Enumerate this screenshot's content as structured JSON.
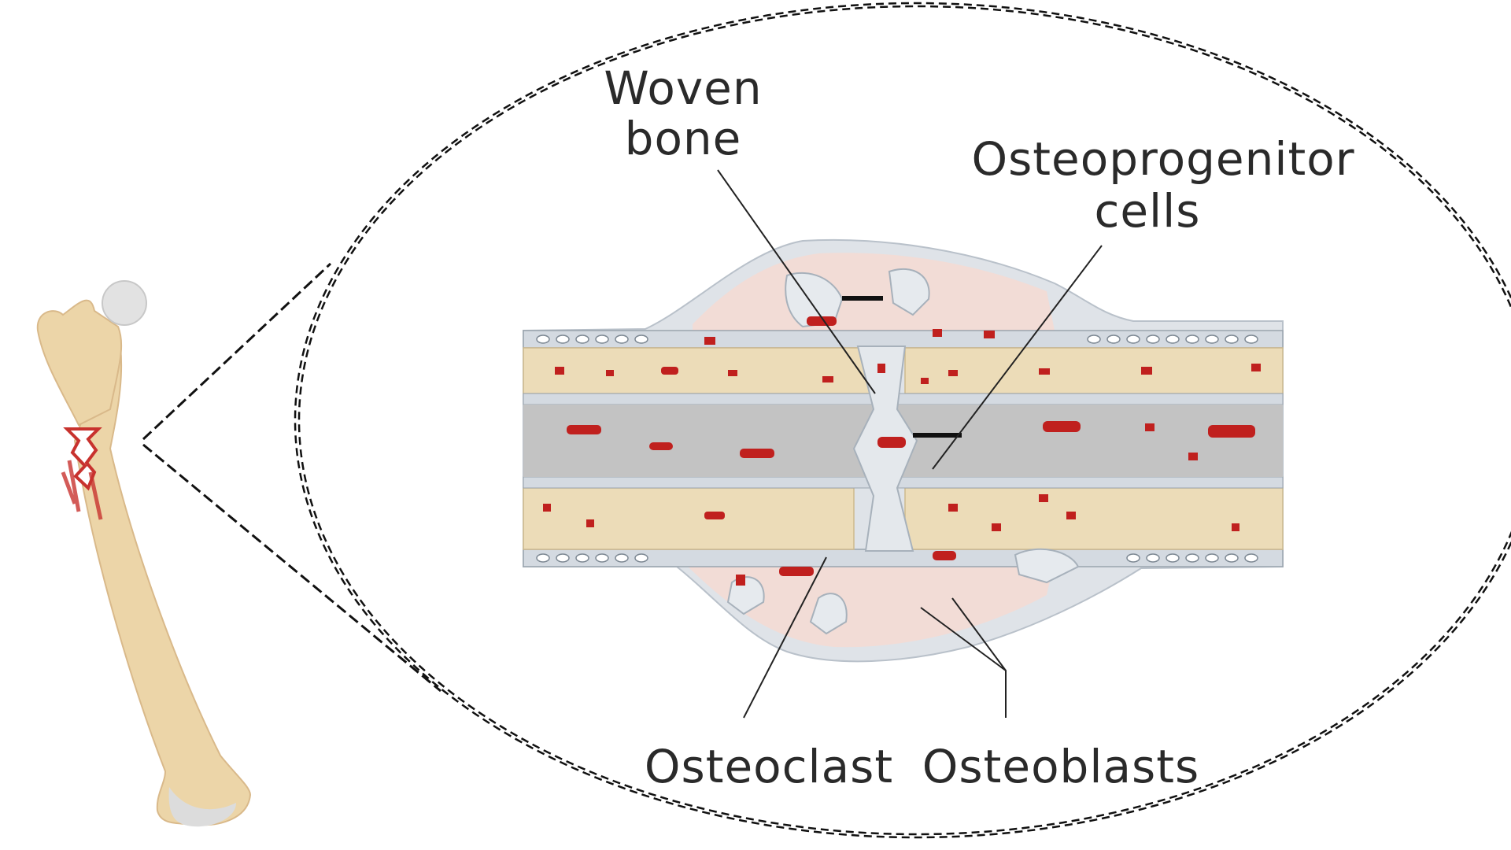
{
  "labels": {
    "woven_bone_line1": "Woven",
    "woven_bone_line2": "bone",
    "osteoprogenitor_line1": "Osteoprogenitor",
    "osteoprogenitor_line2": "cells",
    "osteoclast": "Osteoclast",
    "osteoblasts": "Osteoblasts"
  },
  "colors": {
    "bone_cortex": "#ecdcb8",
    "marrow": "#c3c3c3",
    "callus": "#f2dcd6",
    "cells": "#d8dde3",
    "vessels": "#c0201e",
    "femur": "#ecd5a8",
    "femur_head": "#e2e2e2",
    "fracture": "#c8322e",
    "outline": "#111111"
  },
  "icons": [
    "femur-icon",
    "fracture-icon",
    "fracture-callus-illustration"
  ]
}
